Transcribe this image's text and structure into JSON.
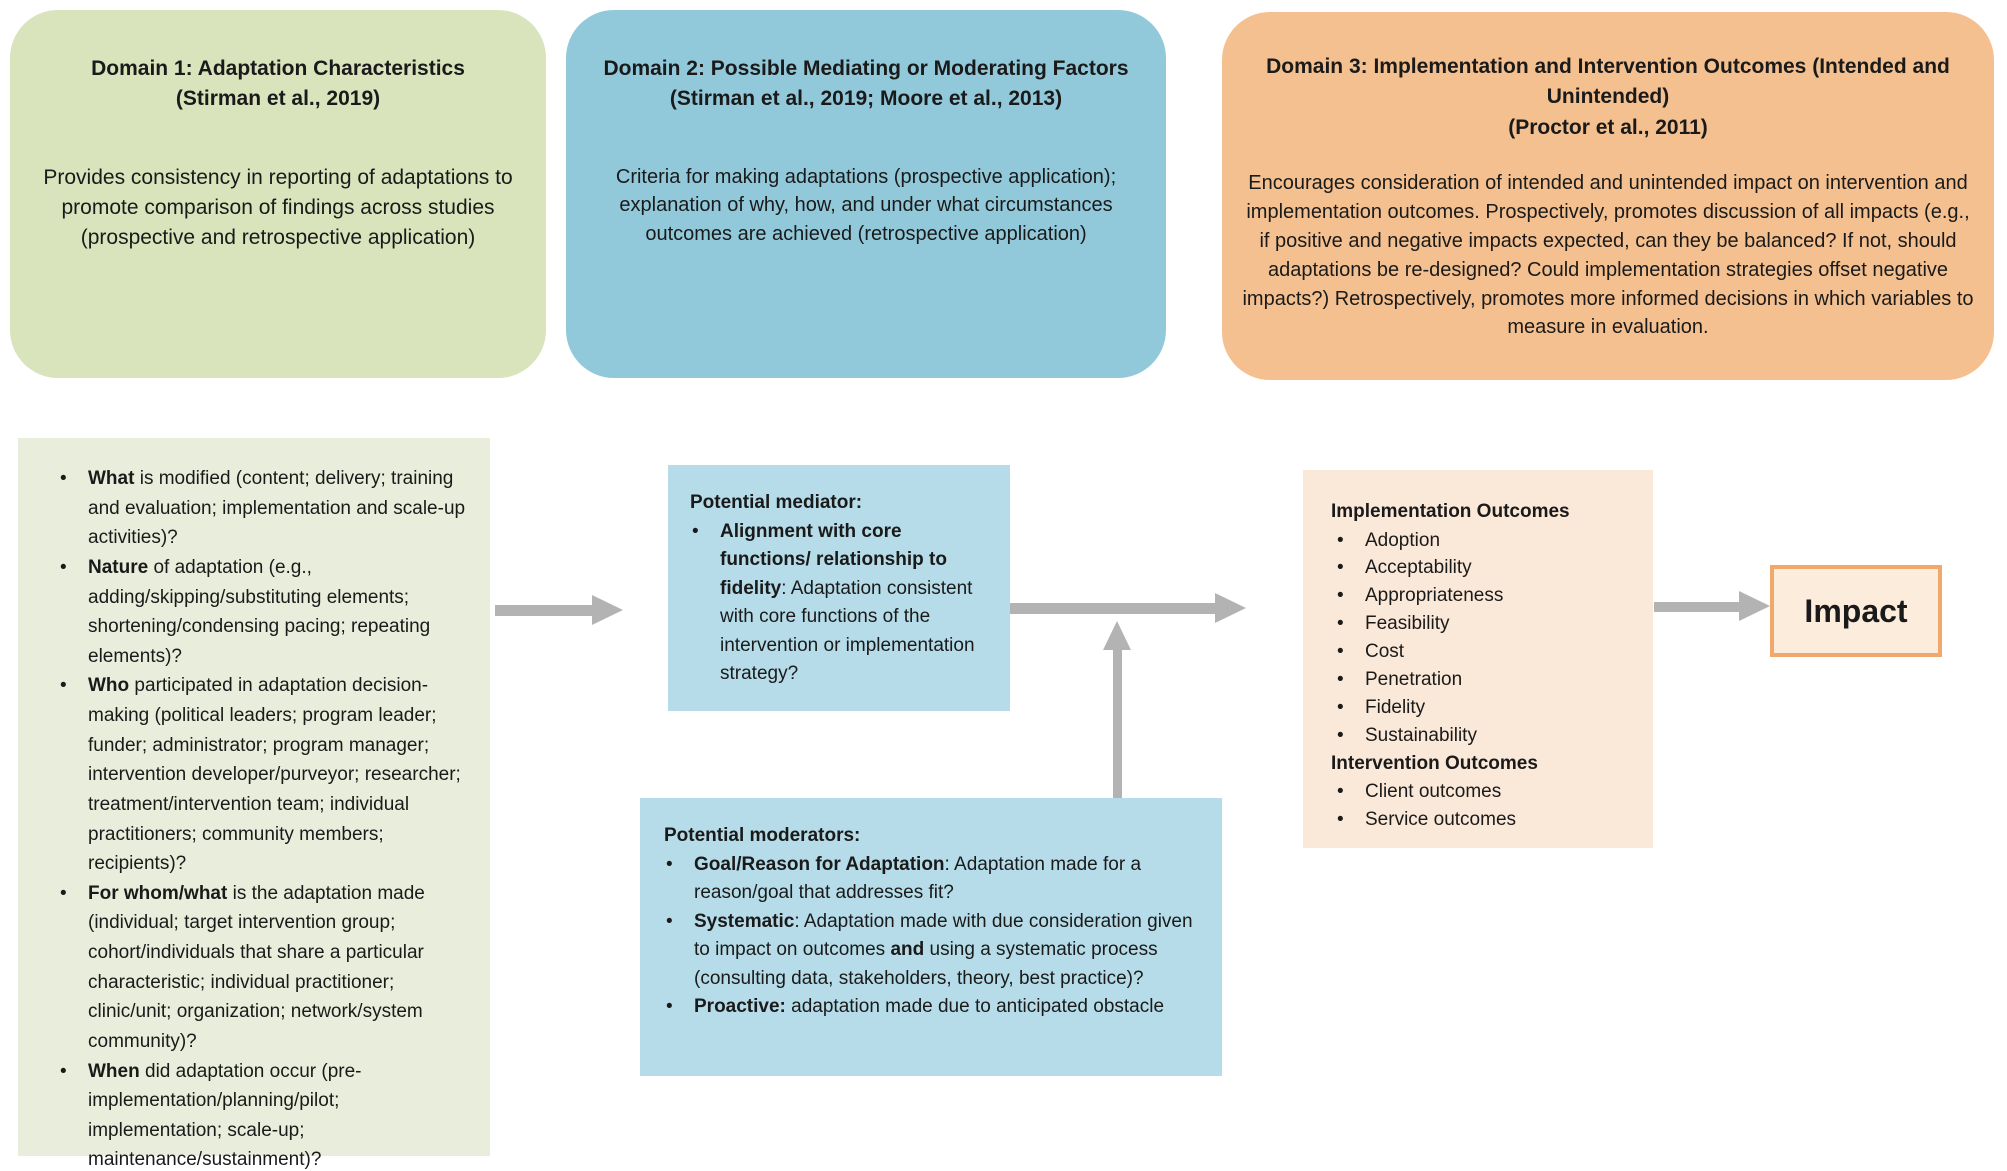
{
  "colors": {
    "domain1_bg": "#d9e3bc",
    "domain2_bg": "#92c9da",
    "domain3_bg": "#f4c08f",
    "characteristics_bg": "#e9eddb",
    "mediator_bg": "#b5dce8",
    "moderators_bg": "#b5dce8",
    "outcomes_bg": "#fae8d8",
    "impact_bg": "#fcecdc",
    "impact_border": "#f0a86c",
    "arrow": "#b3b3b3",
    "text": "#1a1a1a"
  },
  "domain1": {
    "title": "Domain 1: Adaptation Characteristics",
    "citation": "(Stirman et al., 2019)",
    "body": "Provides consistency in reporting of adaptations to promote comparison of findings across studies (prospective and retrospective application)"
  },
  "domain2": {
    "title": "Domain 2: Possible Mediating or Moderating Factors",
    "citation": "(Stirman et al., 2019; Moore et al., 2013)",
    "body": "Criteria for making adaptations (prospective application); explanation of why, how, and under what circumstances outcomes are achieved (retrospective application)"
  },
  "domain3": {
    "title": "Domain 3: Implementation and Intervention Outcomes  (Intended and Unintended)",
    "citation": "(Proctor et al., 2011)",
    "body": "Encourages consideration of intended and unintended impact on intervention and implementation outcomes. Prospectively, promotes discussion of all impacts (e.g., if positive and negative impacts expected, can they be balanced? If not, should adaptations be re-designed? Could implementation strategies offset negative impacts?) Retrospectively, promotes more informed decisions in which variables to measure in evaluation."
  },
  "characteristics_box": {
    "items": [
      {
        "lead": "What",
        "rest": " is modified (content; delivery; training and evaluation; implementation and scale-up activities)?"
      },
      {
        "lead": "Nature",
        "rest": " of adaptation (e.g., adding/skipping/substituting elements; shortening/condensing pacing; repeating elements)?"
      },
      {
        "lead": "Who",
        "rest": " participated in adaptation decision-making (political leaders; program leader; funder; administrator; program manager; intervention developer/purveyor; researcher; treatment/intervention team; individual practitioners; community members; recipients)?"
      },
      {
        "lead": "For whom/what",
        "rest": " is the adaptation made (individual; target intervention group; cohort/individuals that share a particular characteristic; individual practitioner; clinic/unit; organization; network/system community)?"
      },
      {
        "lead": "When",
        "rest": " did adaptation occur (pre-implementation/planning/pilot; implementation; scale-up; maintenance/sustainment)?"
      }
    ]
  },
  "mediator_box": {
    "heading": "Potential mediator:",
    "items": [
      {
        "lead": "Alignment with core functions/ relationship to fidelity",
        "rest": ": Adaptation consistent with core functions of the intervention or implementation strategy?"
      }
    ]
  },
  "moderators_box": {
    "heading": "Potential moderators:",
    "items": [
      {
        "lead": "Goal/Reason for Adaptation",
        "rest": ": Adaptation made for a reason/goal that addresses fit?"
      },
      {
        "lead": "Systematic",
        "rest_pre": ": Adaptation made with due consideration given to impact on outcomes ",
        "mid": "and",
        "rest_post": " using a systematic process (consulting data, stakeholders, theory, best practice)?"
      },
      {
        "lead": "Proactive:",
        "rest": " adaptation made due to anticipated obstacle"
      }
    ]
  },
  "outcomes_box": {
    "heading_implementation": "Implementation Outcomes",
    "implementation_items": [
      "Adoption",
      "Acceptability",
      "Appropriateness",
      "Feasibility",
      "Cost",
      "Penetration",
      "Fidelity",
      "Sustainability"
    ],
    "heading_intervention": "Intervention Outcomes",
    "intervention_items": [
      "Client outcomes",
      "Service outcomes"
    ]
  },
  "impact_box": {
    "label": "Impact"
  }
}
